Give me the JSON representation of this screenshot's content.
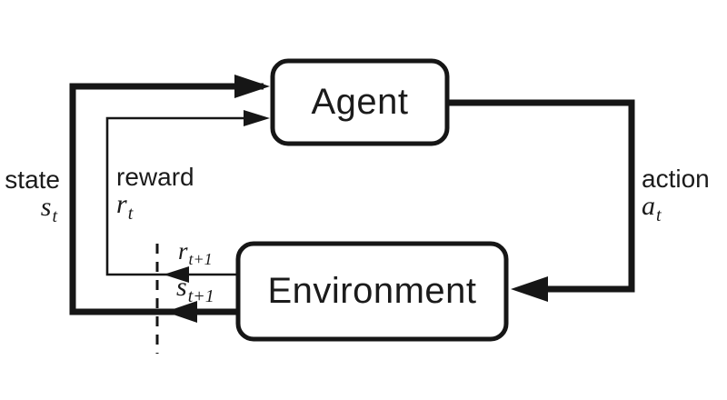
{
  "colors": {
    "background": "#ffffff",
    "line": "#161616",
    "text": "#1b1b1b",
    "box_fill": "#ffffff"
  },
  "nodes": {
    "agent": {
      "label": "Agent"
    },
    "environment": {
      "label": "Environment"
    }
  },
  "edges": {
    "state": {
      "word": "state",
      "symbol": "s",
      "subscript": "t"
    },
    "reward": {
      "word": "reward",
      "symbol": "r",
      "subscript": "t"
    },
    "action": {
      "word": "action",
      "symbol": "a",
      "subscript": "t"
    },
    "next_reward": {
      "symbol": "r",
      "subscript": "t+1"
    },
    "next_state": {
      "symbol": "s",
      "subscript": "t+1"
    }
  }
}
